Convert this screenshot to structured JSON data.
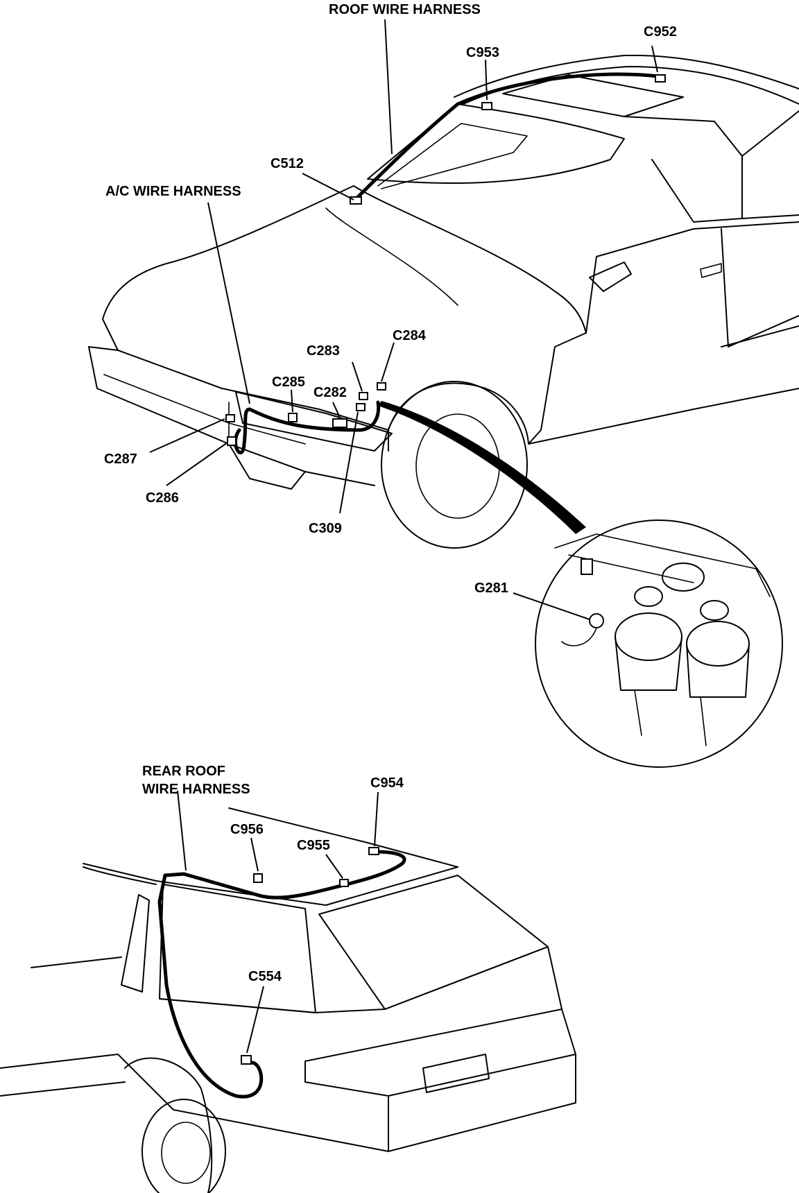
{
  "labels": {
    "roof_wire_harness": "ROOF WIRE HARNESS",
    "ac_wire_harness": "A/C WIRE HARNESS",
    "rear_roof_line1": "REAR ROOF",
    "rear_roof_line2": "WIRE HARNESS",
    "c952": "C952",
    "c953": "C953",
    "c512": "C512",
    "c283": "C283",
    "c284": "C284",
    "c285": "C285",
    "c282": "C282",
    "c287": "C287",
    "c286": "C286",
    "c309": "C309",
    "g281": "G281",
    "c954": "C954",
    "c956": "C956",
    "c955": "C955",
    "c554": "C554"
  }
}
